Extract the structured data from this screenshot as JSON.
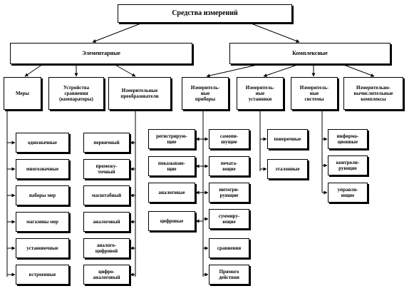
{
  "root": "Средства измерений",
  "groups": {
    "elementary": "Элементарные",
    "complex": "Комплексные"
  },
  "elementary": {
    "measures": "Меры",
    "comparators": "Устройства\nсравнения\n(компараторы)",
    "converters": "Измерительные\nпреобразователи"
  },
  "complex": {
    "instruments": "Измеритель-\nные\nприборы",
    "installations": "Измеритель-\nные\nустановки",
    "systems": "Измеритель-\nные\nсистемы",
    "complexes": "Измерительно-\nвычислительные\nкомплексы"
  },
  "measures_items": [
    "однозначные",
    "многозначные",
    "наборы мер",
    "магазины мер",
    "установочные",
    "встроенные"
  ],
  "converter_items": [
    "первичный",
    "промежу-\nточный",
    "масштабный",
    "аналоговый",
    "аналого-\nцифровой",
    "цифро-\nаналоговый"
  ],
  "instrument_items_left": [
    "регистрирую-\nщие",
    "показываю-\nщие",
    "аналоговые",
    "цифровые"
  ],
  "instrument_items_right": [
    "самопи-\nшущие",
    "печата-\nющие",
    "интегри-\nрующие",
    "суммиру-\nющие",
    "сравнения",
    "Прямого\nдействия"
  ],
  "installation_items": [
    "поверочные",
    "эталонные"
  ],
  "system_items": [
    "информа-\nционные",
    "контроли-\nрующие",
    "управля-\nющие"
  ]
}
